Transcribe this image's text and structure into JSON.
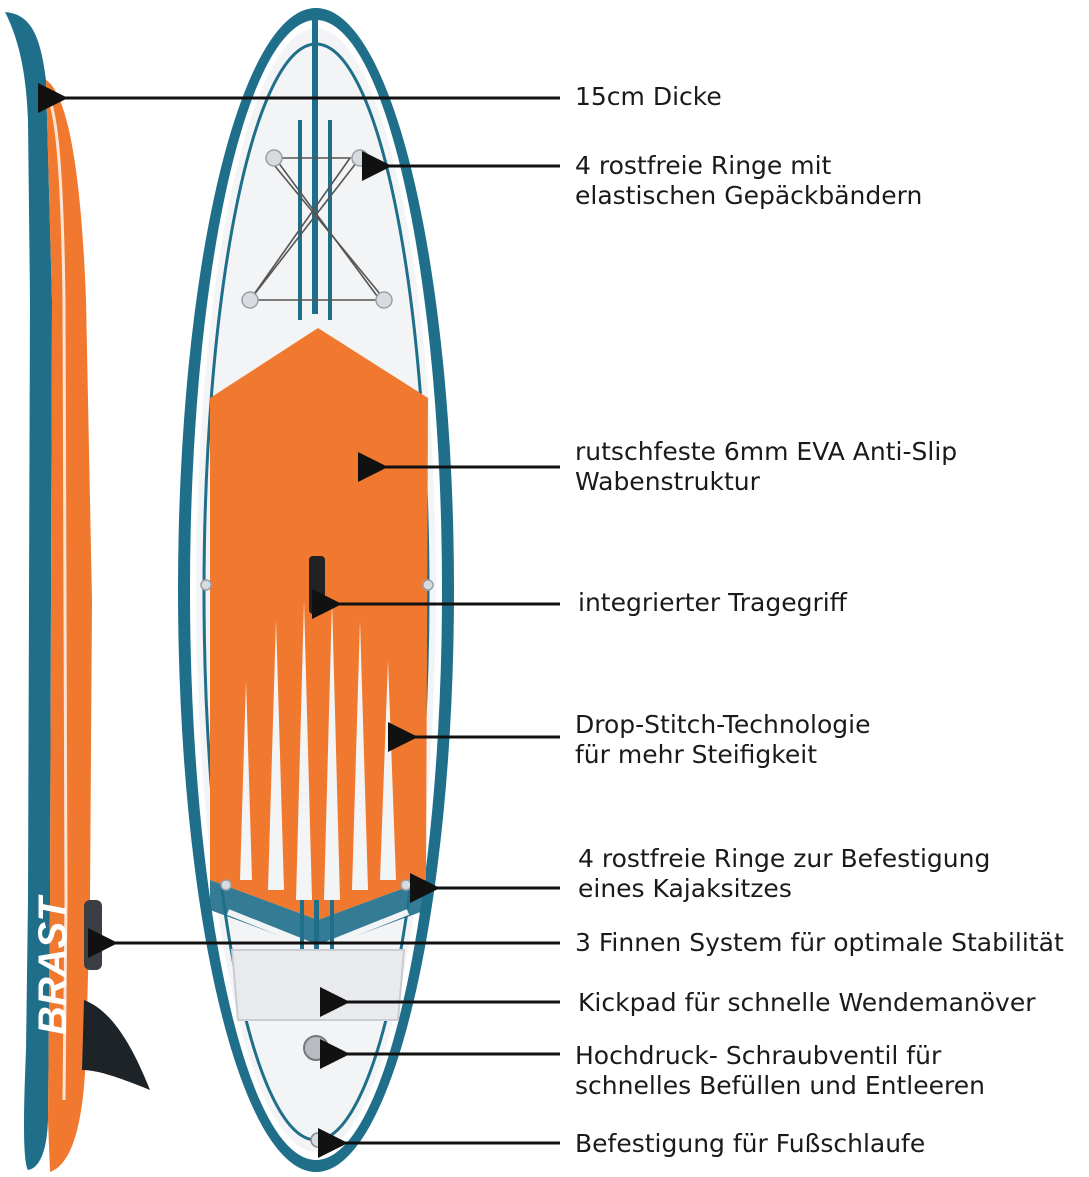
{
  "brand_text": "BRAST",
  "colors": {
    "teal": "#1f6f8b",
    "orange": "#f0792f",
    "white": "#ffffff",
    "board_white": "#f3f4f6",
    "fin": "#1e2328",
    "arrow": "#111111"
  },
  "callouts": [
    {
      "lines": [
        "15cm Dicke"
      ]
    },
    {
      "lines": [
        "4 rostfreie Ringe mit",
        "elastischen Gepäckbändern"
      ]
    },
    {
      "lines": [
        "rutschfeste 6mm EVA Anti-Slip",
        "Wabenstruktur"
      ]
    },
    {
      "lines": [
        "integrierter Tragegriff"
      ]
    },
    {
      "lines": [
        "Drop-Stitch-Technologie",
        "für mehr Steifigkeit"
      ]
    },
    {
      "lines": [
        "4 rostfreie Ringe zur Befestigung",
        "eines Kajaksitzes"
      ]
    },
    {
      "lines": [
        "3 Finnen System für optimale Stabilität"
      ]
    },
    {
      "lines": [
        "Kickpad für schnelle Wendemanöver"
      ]
    },
    {
      "lines": [
        "Hochdruck- Schraubventil für",
        "schnelles Befüllen und Entleeren"
      ]
    },
    {
      "lines": [
        "Befestigung für Fußschlaufe"
      ]
    }
  ]
}
